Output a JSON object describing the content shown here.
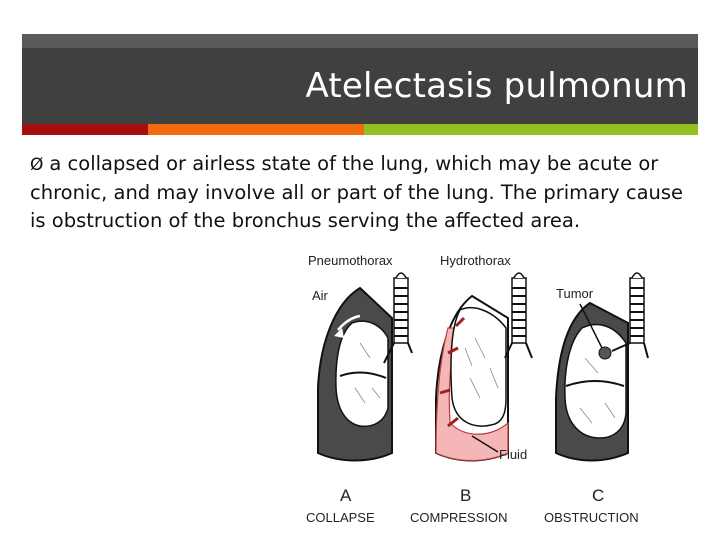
{
  "slide": {
    "title": "Atelectasis pulmonum",
    "bullet_symbol": "Ø",
    "definition": "a collapsed or airless state of the lung, which may be acute or chronic, and may involve all or part of the lung. The primary cause is obstruction of the bronchus serving the affected area."
  },
  "colors": {
    "title_bar": "#404040",
    "accent_red": "#a50f0f",
    "accent_orange": "#f26a10",
    "accent_green": "#92c01f",
    "fluid": "#f4b6b6"
  },
  "figure": {
    "panels": [
      {
        "top_label": "Pneumothorax",
        "side_label": "Air",
        "letter": "A",
        "caption": "COLLAPSE"
      },
      {
        "top_label": "Hydrothorax",
        "side_label": "Fluid",
        "letter": "B",
        "caption": "COMPRESSION"
      },
      {
        "top_label": "",
        "side_label": "Tumor",
        "letter": "C",
        "caption": "OBSTRUCTION"
      }
    ]
  }
}
